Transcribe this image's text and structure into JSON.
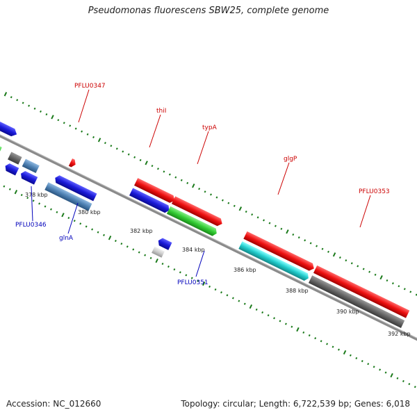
{
  "title": "Pseudomonas fluorescens SBW25, complete genome",
  "footer": {
    "accession": "Accession: NC_012660",
    "topology": "Topology: circular; Length: 6,722,539 bp; Genes: 6,018"
  },
  "ticks": [
    "378 kbp",
    "380 kbp",
    "382 kbp",
    "384 kbp",
    "386 kbp",
    "388 kbp",
    "390 kbp",
    "392 kbp"
  ],
  "gene_labels_top": [
    "PFLU0347",
    "thiI",
    "typA",
    "glgP",
    "PFLU0353"
  ],
  "gene_labels_bottom": [
    "PFLU0346",
    "glnA",
    "PFLU0351"
  ],
  "colors": {
    "blue": "#2222dd",
    "red": "#ee1111",
    "green": "#33cc33",
    "cyan": "#22cccc",
    "gray": "#666666",
    "steel": "#4f82b4",
    "tick_green": "#1a7a1a",
    "backbone": "#888888"
  }
}
